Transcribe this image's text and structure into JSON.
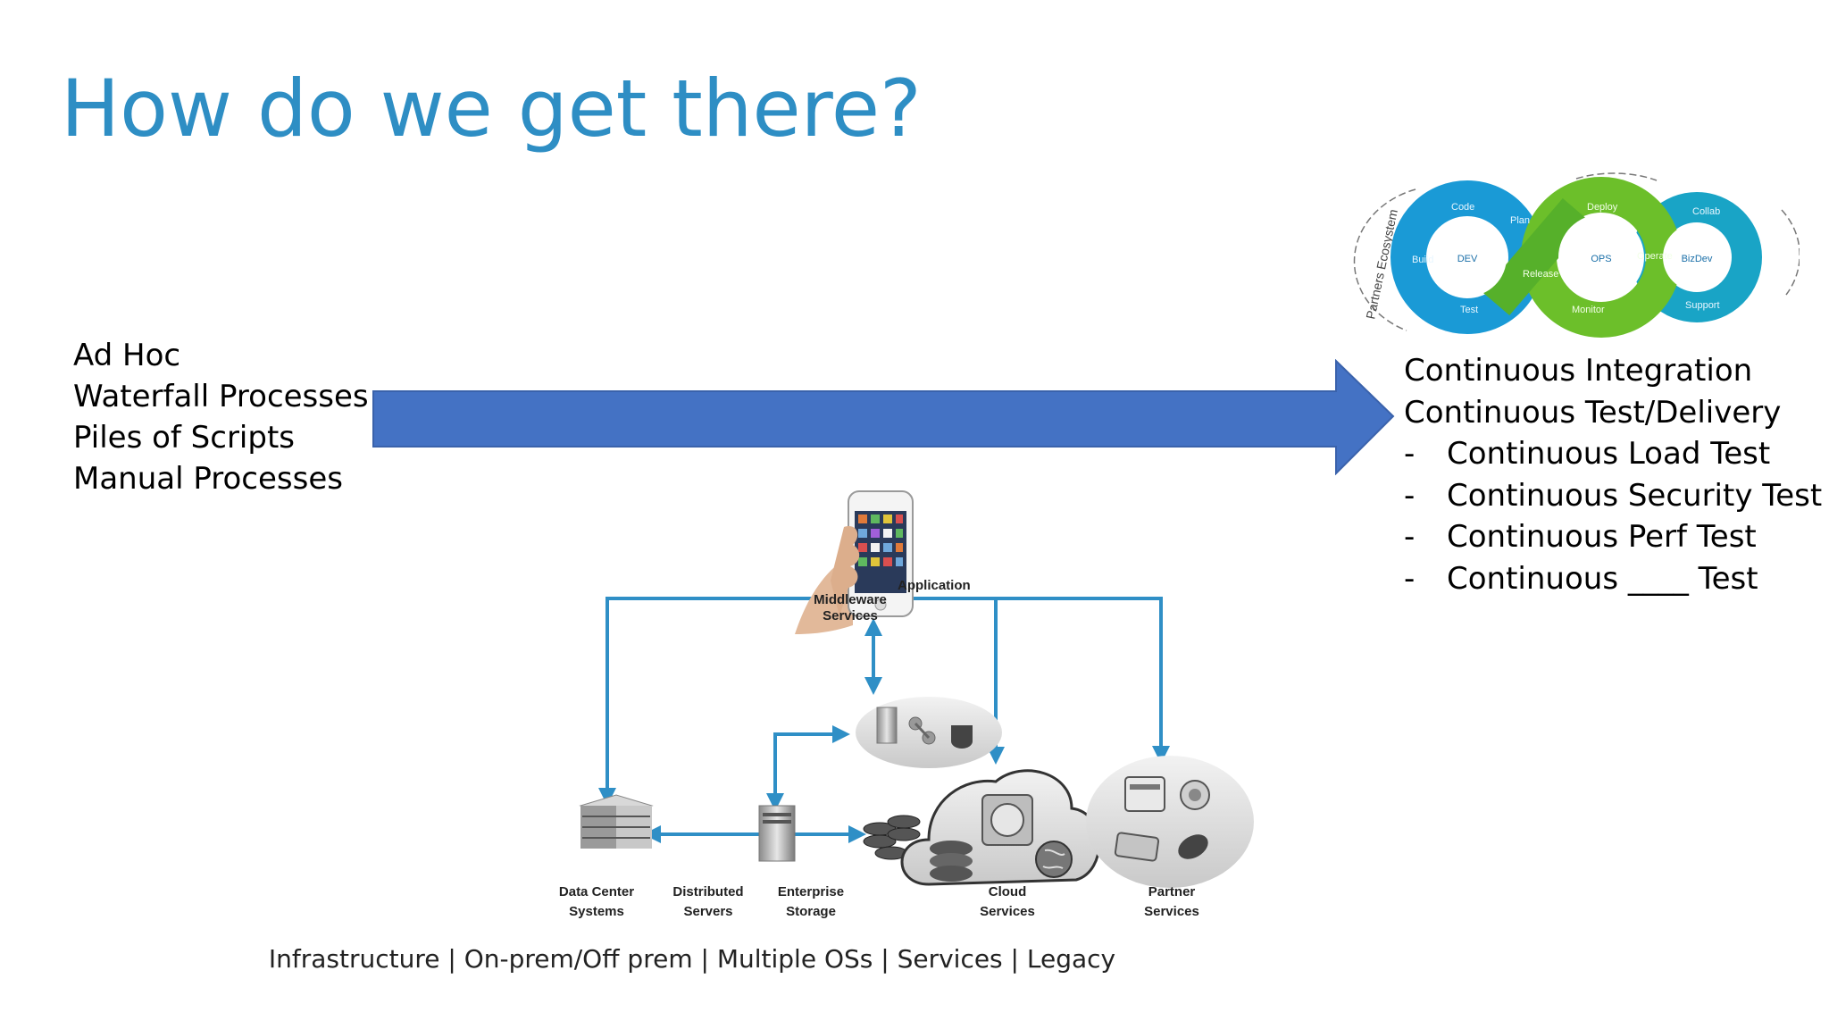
{
  "slide": {
    "title": "How do we get there?",
    "left_items": [
      "Ad Hoc",
      "Waterfall Processes",
      "Piles of Scripts",
      "Manual Processes"
    ],
    "right_items": [
      {
        "dash": "",
        "text": "Continuous Integration"
      },
      {
        "dash": "",
        "text": "Continuous Test/Delivery"
      },
      {
        "dash": "-",
        "text": "Continuous Load Test"
      },
      {
        "dash": "-",
        "text": "Continuous Security Test"
      },
      {
        "dash": "-",
        "text": "Continuous Perf Test"
      },
      {
        "dash": "-",
        "text": "Continuous ____ Test"
      }
    ],
    "arrow_color": "#4472c4",
    "title_color": "#2e8ec4",
    "footer": "Infrastructure | On-prem/Off prem | Multiple OSs | Services | Legacy"
  },
  "devops_logo": {
    "outer_text": "Partners Ecosystem",
    "loop_words": [
      "Code",
      "Plan",
      "Build",
      "Test",
      "Release",
      "Deploy",
      "Operate",
      "Monitor",
      "Support",
      "Collab"
    ],
    "centers": [
      "DEV",
      "OPS",
      "BizDev"
    ],
    "colors": {
      "blue": "#1a9ad6",
      "green": "#6cbf2a",
      "teal": "#19a4c6"
    }
  },
  "infra_diagram": {
    "connector_color": "#2f8fc6",
    "labels": {
      "application": "Application",
      "middleware_1": "Middleware",
      "middleware_2": "Services",
      "datacenter_1": "Data Center",
      "datacenter_2": "Systems",
      "distributed_1": "Distributed",
      "distributed_2": "Servers",
      "storage_1": "Enterprise",
      "storage_2": "Storage",
      "cloud_1": "Cloud",
      "cloud_2": "Services",
      "partner_1": "Partner",
      "partner_2": "Services"
    }
  }
}
